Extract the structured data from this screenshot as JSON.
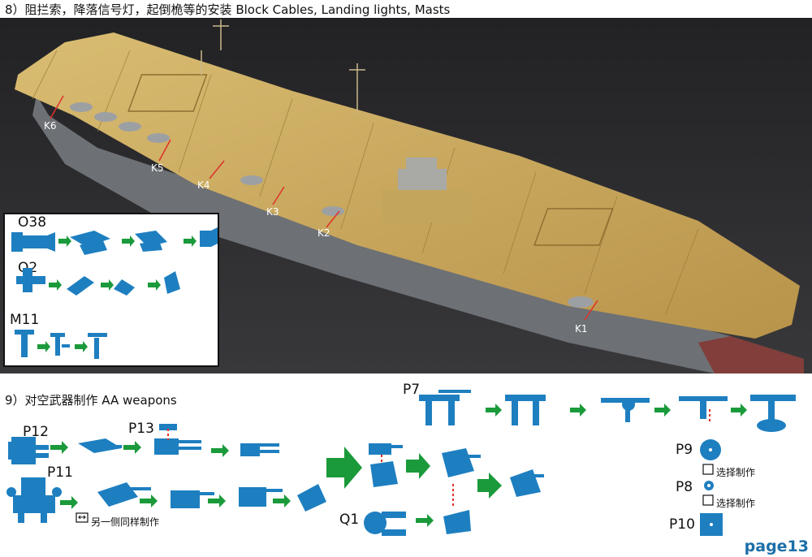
{
  "steps": {
    "step8_title": "8）阻拦索，降落信号灯，起倒桅等的安装 Block Cables, Landing lights, Masts",
    "step9_title": "9）对空武器制作 AA weapons"
  },
  "photo_labels": {
    "k1": "K1",
    "k2": "K2",
    "k3": "K3",
    "k4": "K4",
    "k5": "K5",
    "k6": "K6"
  },
  "inset_labels": {
    "o38": "O38",
    "q2": "Q2",
    "m11": "M11"
  },
  "part_labels": {
    "p7": "P7",
    "p8": "P8",
    "p9": "P9",
    "p10": "P10",
    "p11": "P11",
    "p12": "P12",
    "p13": "P13",
    "q1": "Q1"
  },
  "notes": {
    "other_side": "另一侧同样制作",
    "optional_1": "选择制作",
    "optional_2": "选择制作"
  },
  "page_number": "page13",
  "colors": {
    "part_blue": "#1e7fc0",
    "arrow_green": "#1a9a3a",
    "deck_gold": "#c9a85a",
    "hull_grey": "#6d7074",
    "photo_bg": "#2a2a2c",
    "page_number_blue": "#1b6fa8"
  }
}
